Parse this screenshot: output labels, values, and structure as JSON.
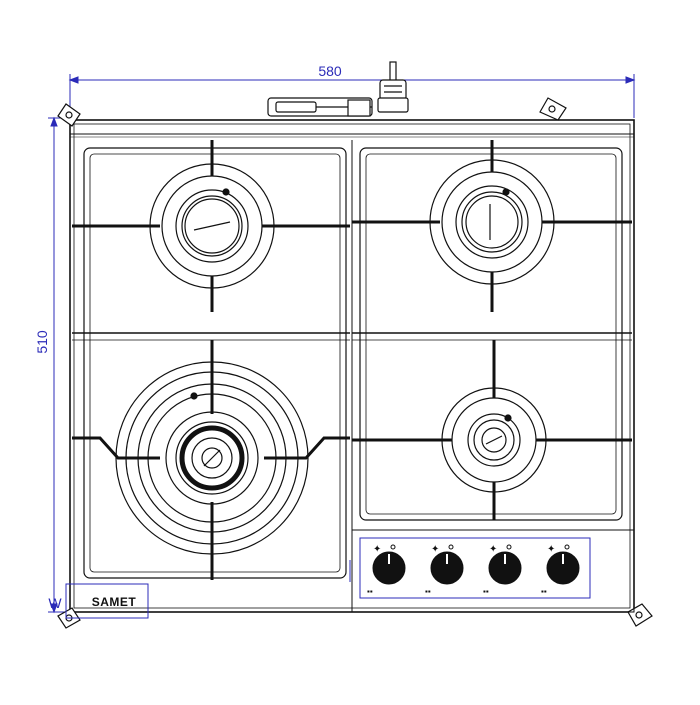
{
  "dimensions": {
    "width": "580",
    "height": "510",
    "corner_label": "W",
    "color": "#2b2bb8"
  },
  "brand": {
    "logo_text": "SAMET"
  },
  "burners": [
    {
      "name": "rear-left",
      "type": "standard"
    },
    {
      "name": "rear-right",
      "type": "standard"
    },
    {
      "name": "front-left",
      "type": "wok"
    },
    {
      "name": "front-right",
      "type": "auxiliary"
    }
  ],
  "control_knobs": [
    {
      "name": "knob-1"
    },
    {
      "name": "knob-2"
    },
    {
      "name": "knob-3"
    },
    {
      "name": "knob-4"
    }
  ],
  "colors": {
    "line": "#111111",
    "dimension": "#2b2bb8",
    "background": "#ffffff"
  }
}
